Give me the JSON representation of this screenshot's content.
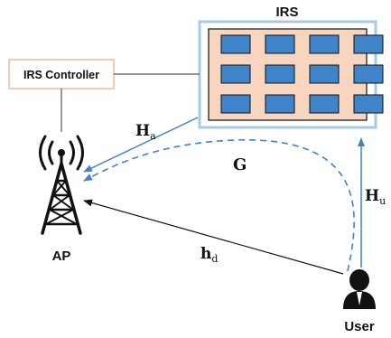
{
  "irs": {
    "label": "IRS",
    "element_rows": 3,
    "element_cols": 4,
    "frame_color": "#a8c8e6",
    "panel_color": "#f8d5be",
    "element_color": "#3f84c8"
  },
  "controller": {
    "label": "IRS Controller",
    "border_color": "#f2b89a"
  },
  "ap": {
    "label": "AP"
  },
  "user": {
    "label": "User"
  },
  "channels": {
    "Ha": {
      "symbol": "H",
      "subscript": "a",
      "color": "#3f84c8"
    },
    "G": {
      "symbol": "G",
      "subscript": "",
      "color": "#3f84c8"
    },
    "Hu": {
      "symbol": "H",
      "subscript": "u",
      "color": "#3f84c8"
    },
    "hd": {
      "symbol": "h",
      "subscript": "d",
      "color": "#111111"
    }
  },
  "icons": {
    "ap": "antenna-tower-icon",
    "user": "user-icon"
  }
}
